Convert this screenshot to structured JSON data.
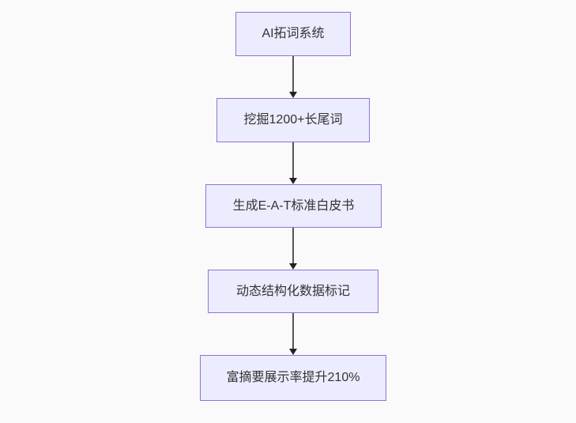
{
  "diagram": {
    "type": "flowchart",
    "direction": "top-down",
    "nodes": [
      {
        "id": "A",
        "label": "AI拓词系统"
      },
      {
        "id": "B",
        "label": "挖掘1200+长尾词"
      },
      {
        "id": "C",
        "label": "生成E-A-T标准白皮书"
      },
      {
        "id": "D",
        "label": "动态结构化数据标记"
      },
      {
        "id": "E",
        "label": "富摘要展示率提升210%"
      }
    ],
    "edges": [
      {
        "from": "A",
        "to": "B",
        "label": ""
      },
      {
        "from": "B",
        "to": "C",
        "label": ""
      },
      {
        "from": "C",
        "to": "D",
        "label": ""
      },
      {
        "from": "D",
        "to": "E",
        "label": ""
      }
    ]
  },
  "theme": {
    "background": "#fafafa",
    "node_fill": "#ececff",
    "node_border": "#9370db",
    "text_color": "#333333",
    "edge_color": "#555555",
    "arrowhead_color": "#222222"
  }
}
